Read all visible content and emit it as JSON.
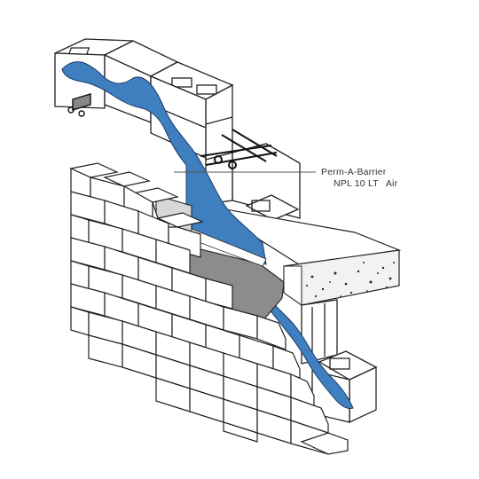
{
  "callout": {
    "product_line1": "Perm-A-Barrier",
    "product_line2": "NPL 10 LT",
    "product_line2_suffix": "Air"
  },
  "colors": {
    "air_barrier": "#3f7fc0",
    "flashing": "#8c8c8c",
    "flashing_light": "#d8d8d8",
    "outline": "#222222",
    "slab": "#f2f2f2"
  },
  "icons": {
    "wall_tie": "wall-tie-icon",
    "slab_aggregate": "slab-aggregate-pattern"
  }
}
